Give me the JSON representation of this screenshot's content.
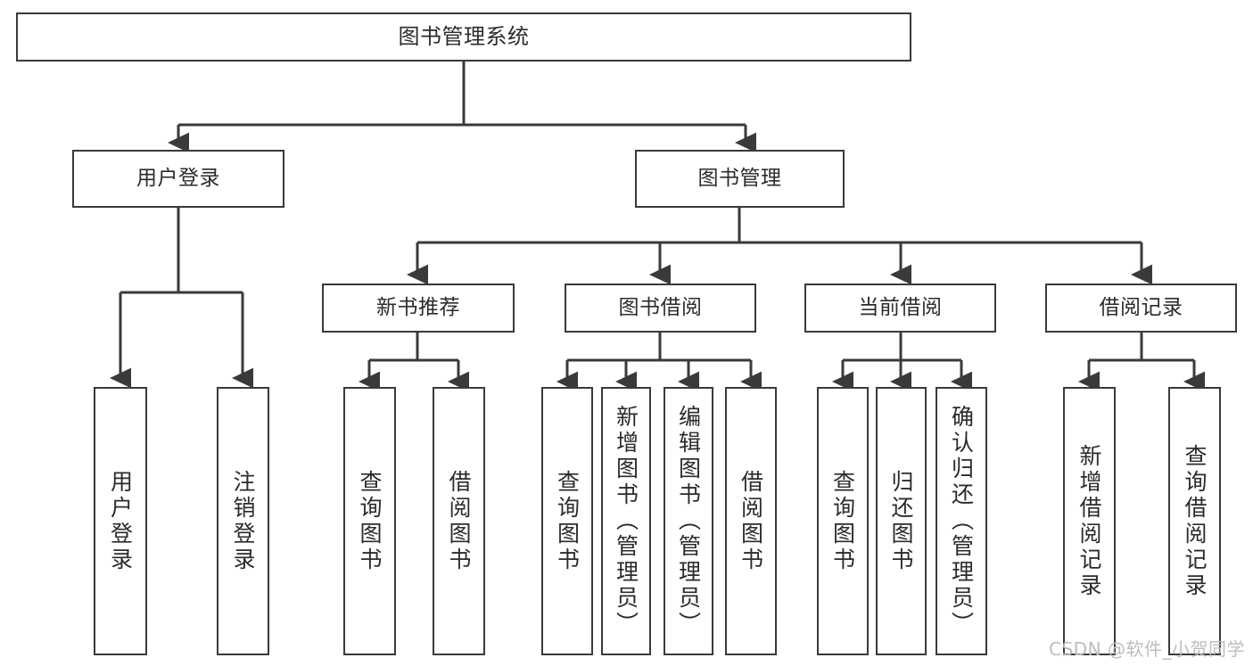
{
  "diagram": {
    "title": "图书管理系统",
    "theme": {
      "box_border": "#3a3a3a",
      "box_fill": "#ffffff",
      "text": "#2b2b2b",
      "edge": "#3a3a3a",
      "background": "#ffffff",
      "watermark_color": "#bdbdbd"
    },
    "nodes": {
      "root": {
        "label": "图书管理系统"
      },
      "level2": [
        {
          "id": "user-login",
          "label": "用户登录"
        },
        {
          "id": "book-management",
          "label": "图书管理"
        }
      ],
      "level3": [
        {
          "id": "new-book-recommend",
          "label": "新书推荐"
        },
        {
          "id": "book-borrow",
          "label": "图书借阅"
        },
        {
          "id": "current-borrow",
          "label": "当前借阅"
        },
        {
          "id": "borrow-record",
          "label": "借阅记录"
        }
      ],
      "leaves": [
        {
          "id": "leaf-user-login",
          "label": "用户登录"
        },
        {
          "id": "leaf-logout",
          "label": "注销登录"
        },
        {
          "id": "leaf-query-book-1",
          "label": "查询图书"
        },
        {
          "id": "leaf-borrow-book-1",
          "label": "借阅图书"
        },
        {
          "id": "leaf-query-book-2",
          "label": "查询图书"
        },
        {
          "id": "leaf-add-book",
          "label": "新增图书（管理员）"
        },
        {
          "id": "leaf-edit-book",
          "label": "编辑图书（管理员）"
        },
        {
          "id": "leaf-borrow-book-2",
          "label": "借阅图书"
        },
        {
          "id": "leaf-query-book-3",
          "label": "查询图书"
        },
        {
          "id": "leaf-return-book",
          "label": "归还图书"
        },
        {
          "id": "leaf-confirm-return",
          "label": "确认归还（管理员）"
        },
        {
          "id": "leaf-add-record",
          "label": "新增借阅记录"
        },
        {
          "id": "leaf-query-record",
          "label": "查询借阅记录"
        }
      ]
    },
    "watermark": "CSDN @软件_小贺同学"
  }
}
